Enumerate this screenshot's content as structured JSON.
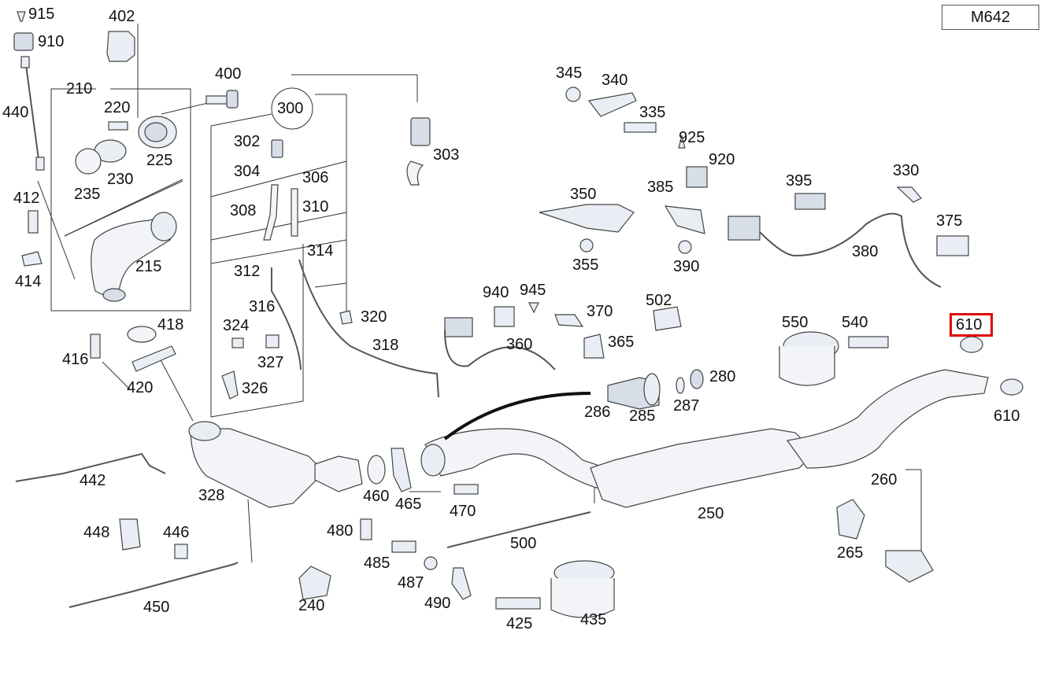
{
  "model_code": "M642",
  "highlighted_part": "610",
  "parts": [
    {
      "id": "915",
      "label": "915"
    },
    {
      "id": "910",
      "label": "910"
    },
    {
      "id": "402",
      "label": "402"
    },
    {
      "id": "440",
      "label": "440"
    },
    {
      "id": "210",
      "label": "210"
    },
    {
      "id": "400",
      "label": "400"
    },
    {
      "id": "220",
      "label": "220"
    },
    {
      "id": "225",
      "label": "225"
    },
    {
      "id": "230",
      "label": "230"
    },
    {
      "id": "235",
      "label": "235"
    },
    {
      "id": "412",
      "label": "412"
    },
    {
      "id": "414",
      "label": "414"
    },
    {
      "id": "215",
      "label": "215"
    },
    {
      "id": "300",
      "label": "300"
    },
    {
      "id": "302",
      "label": "302"
    },
    {
      "id": "303",
      "label": "303"
    },
    {
      "id": "304",
      "label": "304"
    },
    {
      "id": "306",
      "label": "306"
    },
    {
      "id": "308",
      "label": "308"
    },
    {
      "id": "310",
      "label": "310"
    },
    {
      "id": "312",
      "label": "312"
    },
    {
      "id": "314",
      "label": "314"
    },
    {
      "id": "316",
      "label": "316"
    },
    {
      "id": "320",
      "label": "320"
    },
    {
      "id": "324",
      "label": "324"
    },
    {
      "id": "327",
      "label": "327"
    },
    {
      "id": "318",
      "label": "318"
    },
    {
      "id": "326",
      "label": "326"
    },
    {
      "id": "418",
      "label": "418"
    },
    {
      "id": "416",
      "label": "416"
    },
    {
      "id": "420",
      "label": "420"
    },
    {
      "id": "442",
      "label": "442"
    },
    {
      "id": "328",
      "label": "328"
    },
    {
      "id": "448",
      "label": "448"
    },
    {
      "id": "446",
      "label": "446"
    },
    {
      "id": "450",
      "label": "450"
    },
    {
      "id": "240",
      "label": "240"
    },
    {
      "id": "345",
      "label": "345"
    },
    {
      "id": "340",
      "label": "340"
    },
    {
      "id": "335",
      "label": "335"
    },
    {
      "id": "925",
      "label": "925"
    },
    {
      "id": "920",
      "label": "920"
    },
    {
      "id": "350",
      "label": "350"
    },
    {
      "id": "385",
      "label": "385"
    },
    {
      "id": "395",
      "label": "395"
    },
    {
      "id": "330",
      "label": "330"
    },
    {
      "id": "375",
      "label": "375"
    },
    {
      "id": "355",
      "label": "355"
    },
    {
      "id": "390",
      "label": "390"
    },
    {
      "id": "380",
      "label": "380"
    },
    {
      "id": "940",
      "label": "940"
    },
    {
      "id": "945",
      "label": "945"
    },
    {
      "id": "370",
      "label": "370"
    },
    {
      "id": "502",
      "label": "502"
    },
    {
      "id": "360",
      "label": "360"
    },
    {
      "id": "365",
      "label": "365"
    },
    {
      "id": "550",
      "label": "550"
    },
    {
      "id": "540",
      "label": "540"
    },
    {
      "id": "610a",
      "label": "610"
    },
    {
      "id": "280",
      "label": "280"
    },
    {
      "id": "286",
      "label": "286"
    },
    {
      "id": "285",
      "label": "285"
    },
    {
      "id": "287",
      "label": "287"
    },
    {
      "id": "610b",
      "label": "610"
    },
    {
      "id": "460",
      "label": "460"
    },
    {
      "id": "465",
      "label": "465"
    },
    {
      "id": "470",
      "label": "470"
    },
    {
      "id": "480",
      "label": "480"
    },
    {
      "id": "485",
      "label": "485"
    },
    {
      "id": "487",
      "label": "487"
    },
    {
      "id": "490",
      "label": "490"
    },
    {
      "id": "500",
      "label": "500"
    },
    {
      "id": "250",
      "label": "250"
    },
    {
      "id": "260",
      "label": "260"
    },
    {
      "id": "265",
      "label": "265"
    },
    {
      "id": "425",
      "label": "425"
    },
    {
      "id": "435",
      "label": "435"
    }
  ]
}
